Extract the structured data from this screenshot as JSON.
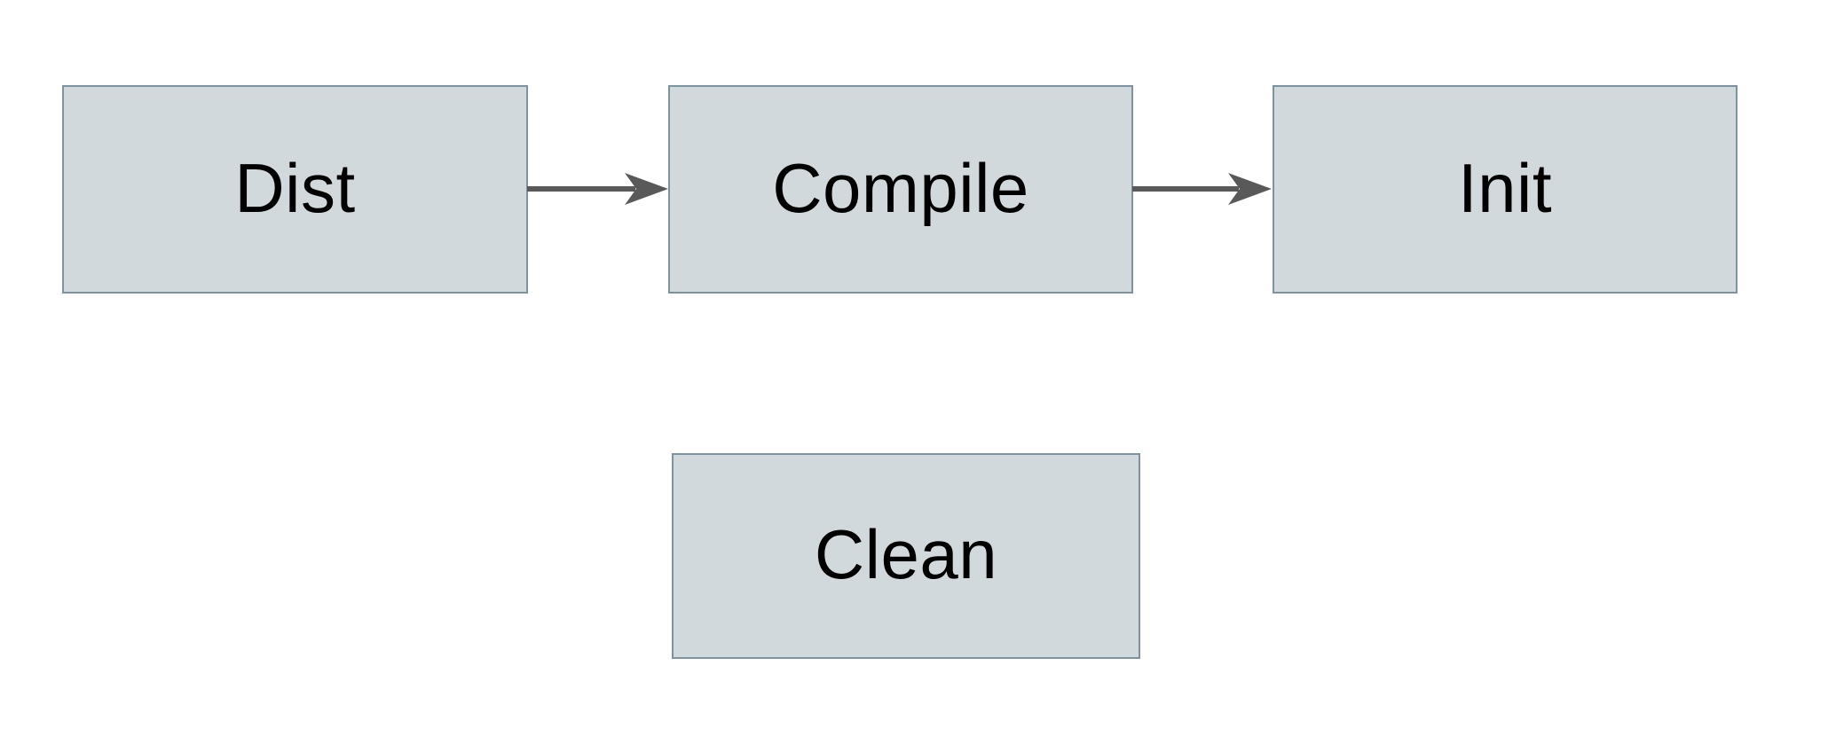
{
  "diagram": {
    "title": "build-targets-flow",
    "nodes": [
      {
        "id": "dist",
        "label": "Dist"
      },
      {
        "id": "compile",
        "label": "Compile"
      },
      {
        "id": "init",
        "label": "Init"
      },
      {
        "id": "clean",
        "label": "Clean"
      }
    ],
    "edges": [
      {
        "from": "Dist",
        "to": "Compile",
        "direction": "right"
      },
      {
        "from": "Compile",
        "to": "Init",
        "direction": "right"
      }
    ],
    "colors": {
      "node_fill": "#d1d9dc",
      "node_border": "#7b94a1",
      "arrow": "#595959",
      "text": "#000000",
      "background": "#ffffff"
    }
  }
}
